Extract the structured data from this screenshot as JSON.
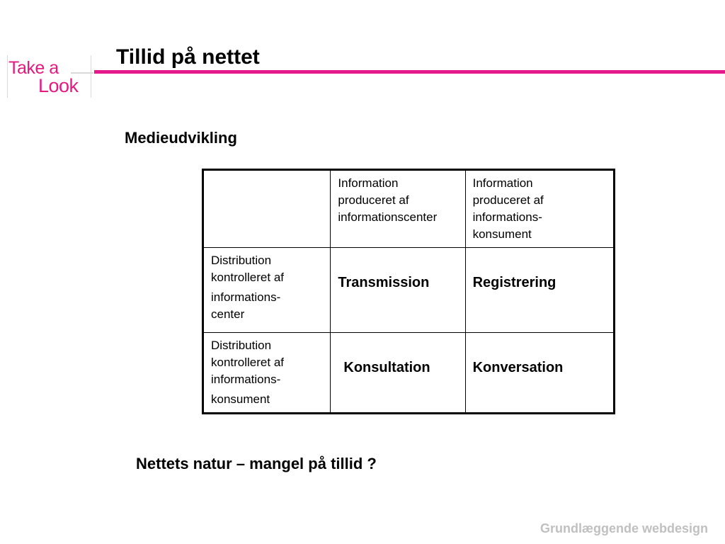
{
  "logo": {
    "line1": "Take a",
    "line2": "Look"
  },
  "slide": {
    "title": "Tillid på nettet",
    "subtitle": "Medieudvikling",
    "question": "Nettets natur – mangel på tillid ?",
    "footer": "Grundlæggende webdesign"
  },
  "table": {
    "header": {
      "col2": [
        "Information",
        "produceret af",
        "informationscenter"
      ],
      "col3": [
        "Information",
        "produceret af",
        "informations-",
        "konsument"
      ]
    },
    "rows": [
      {
        "label": [
          "Distribution",
          "kontrolleret af",
          "informations-",
          "center"
        ],
        "c2": "Transmission",
        "c3": "Registrering"
      },
      {
        "label": [
          "Distribution",
          "kontrolleret af",
          "informations-",
          "konsument"
        ],
        "c2": "Konsultation",
        "c3": "Konversation"
      }
    ]
  },
  "colors": {
    "accent": "#e6198c",
    "footer": "#c0c0c0"
  }
}
